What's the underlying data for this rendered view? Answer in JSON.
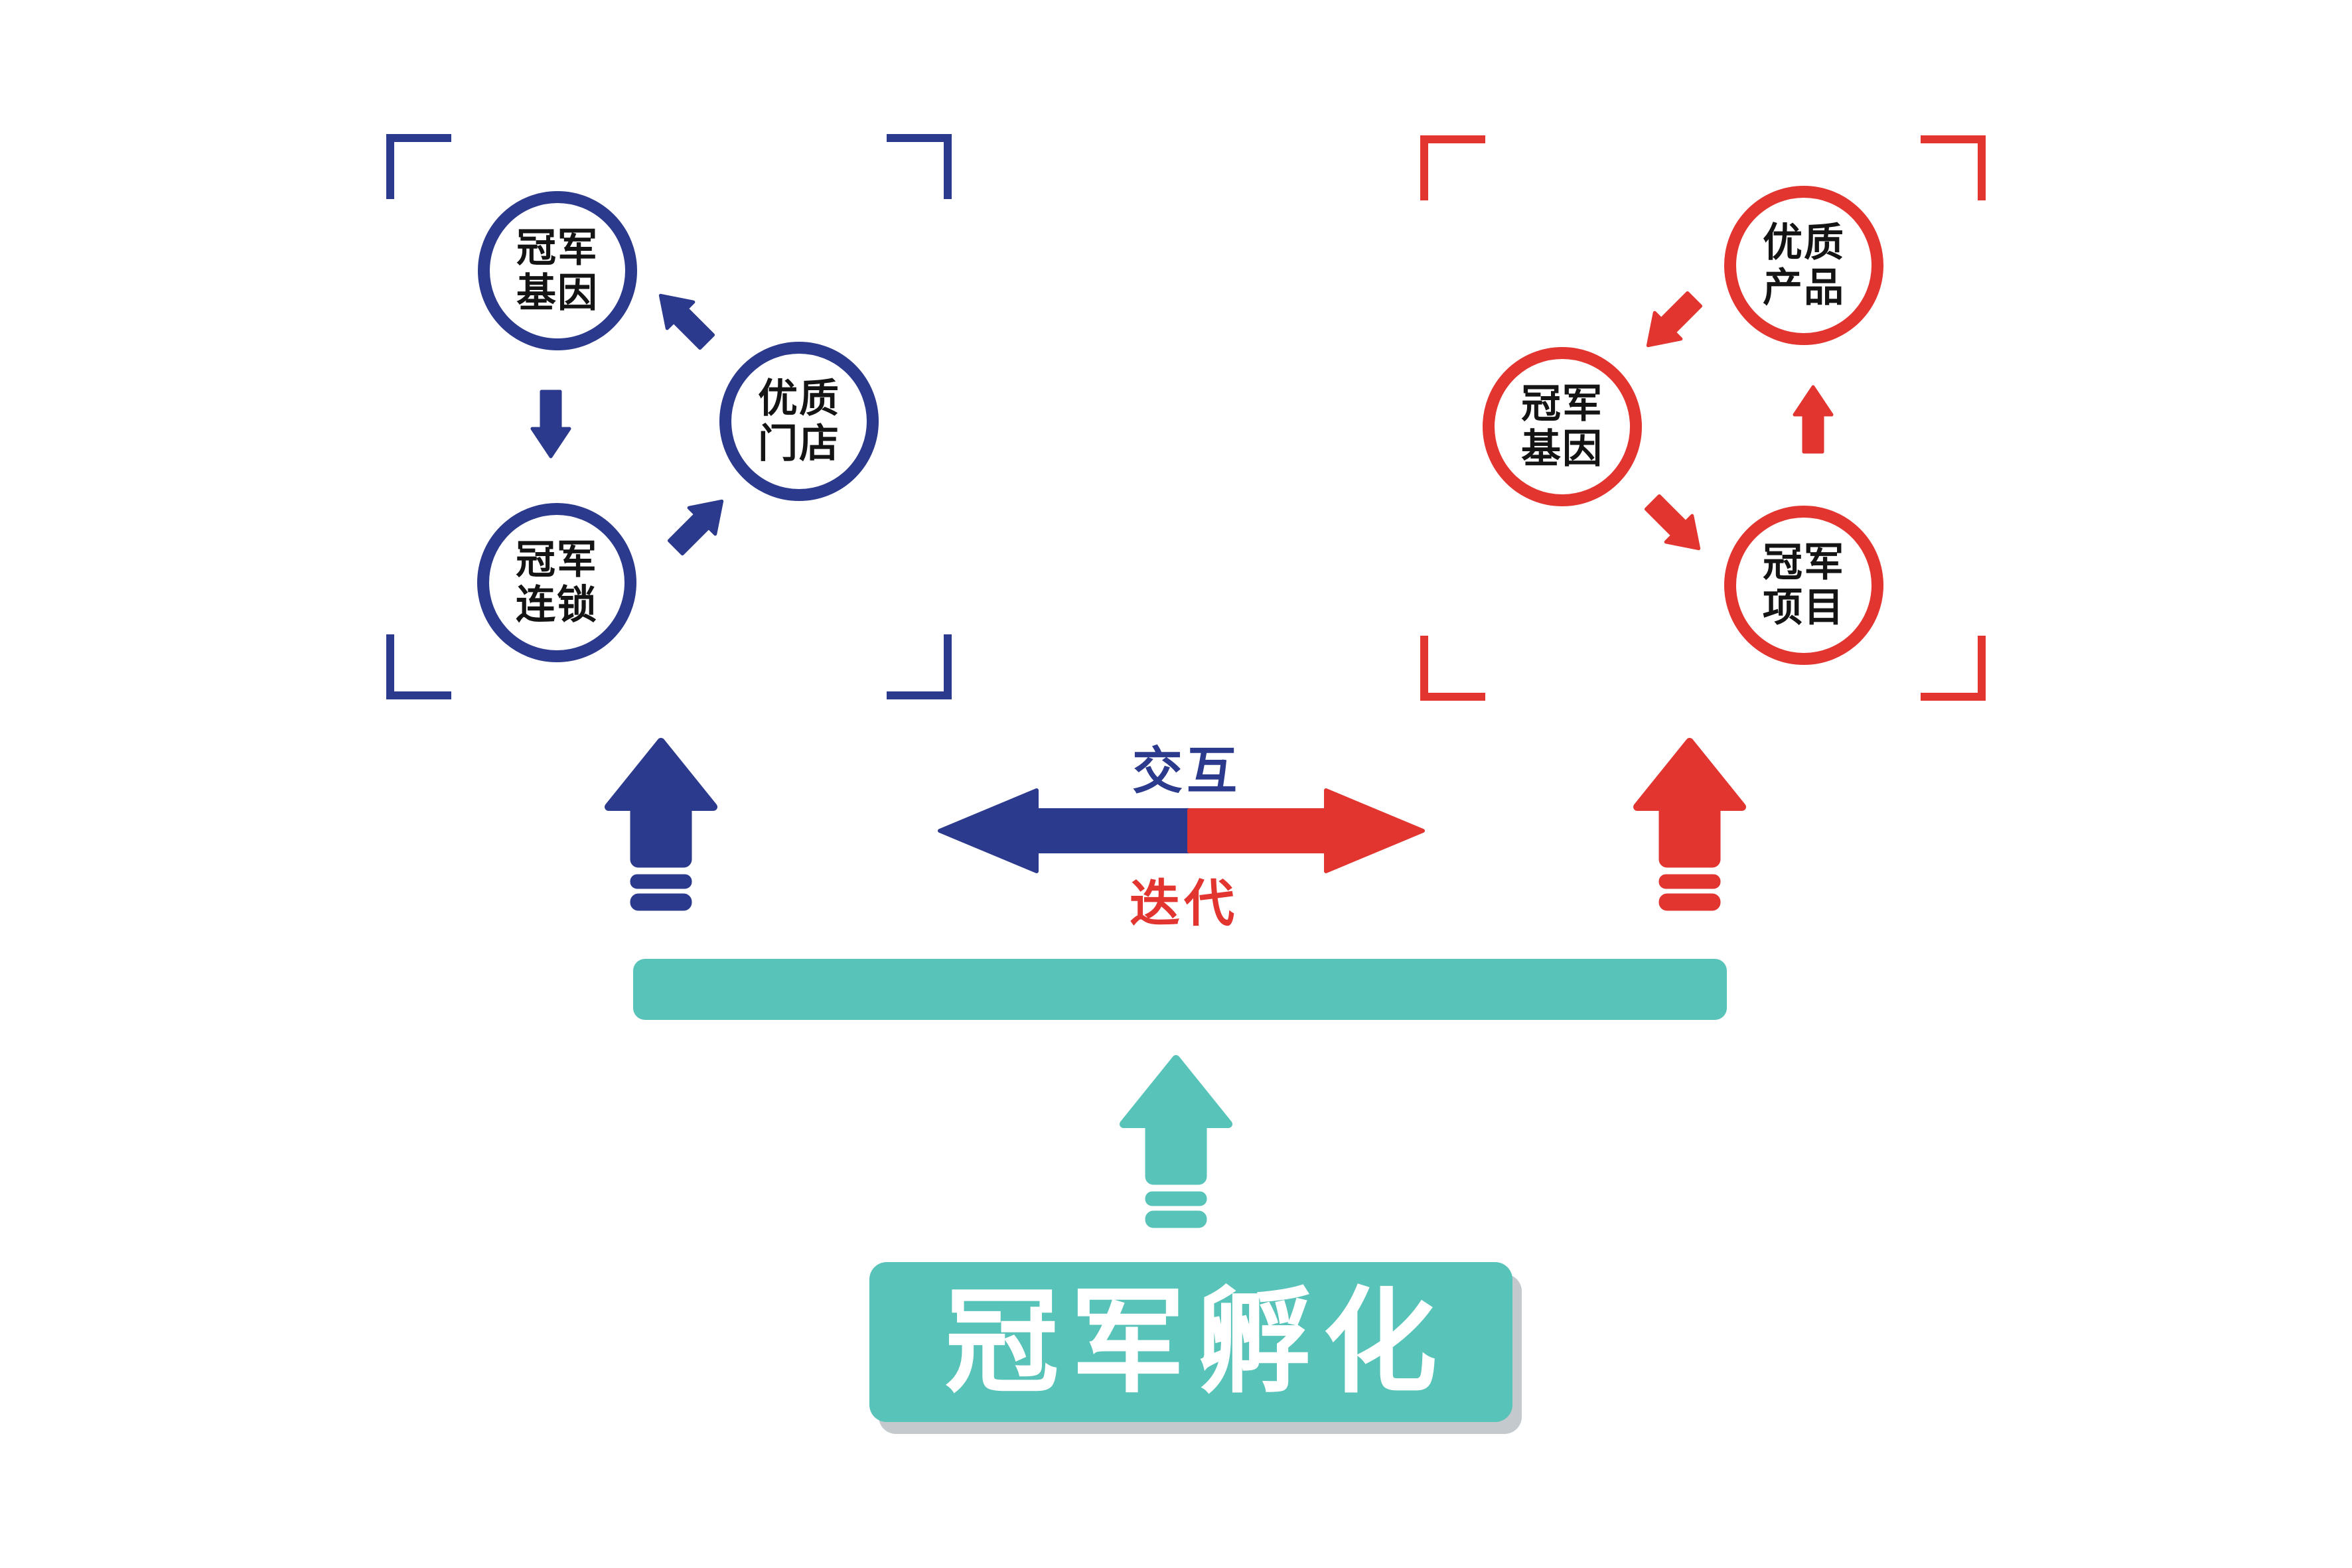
{
  "colors": {
    "blue": "#2b3a8c",
    "red": "#e23530",
    "teal": "#58c3b8",
    "banner_shadow": "#c3c9cc",
    "node_text": "#141414",
    "banner_text": "#ffffff",
    "background": "#ffffff"
  },
  "clusters": {
    "left": {
      "name": "chain-cycle",
      "color": "#2b3a8c",
      "nodes": [
        {
          "id": "champion-gene",
          "line1": "冠军",
          "line2": "基因"
        },
        {
          "id": "quality-store",
          "line1": "优质",
          "line2": "门店"
        },
        {
          "id": "champion-chain",
          "line1": "冠军",
          "line2": "连锁"
        }
      ]
    },
    "right": {
      "name": "project-cycle",
      "color": "#e23530",
      "nodes": [
        {
          "id": "quality-product",
          "line1": "优质",
          "line2": "产品"
        },
        {
          "id": "champion-gene",
          "line1": "冠军",
          "line2": "基因"
        },
        {
          "id": "champion-project",
          "line1": "冠军",
          "line2": "项目"
        }
      ]
    }
  },
  "center": {
    "interact_label": "交互",
    "iterate_label": "迭代"
  },
  "base": {
    "banner_label": "冠军孵化"
  }
}
